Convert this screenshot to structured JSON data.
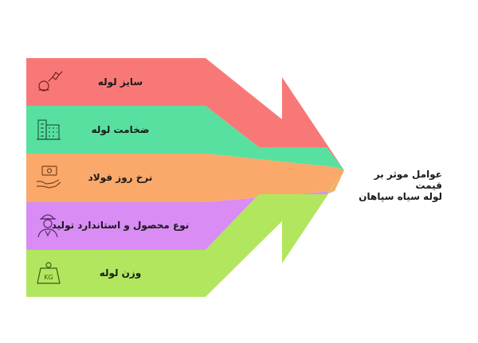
{
  "summary": {
    "line1": "عوامل موثر بر قیمت",
    "line2": "لوله سیاه سپاهان"
  },
  "segments": [
    {
      "label": "سایز لوله",
      "icon": "cable-icon",
      "color": "#f87878"
    },
    {
      "label": "ضخامت لوله",
      "icon": "building-icon",
      "color": "#58e0a0"
    },
    {
      "label": "نرخ روز فولاد",
      "icon": "money-hand-icon",
      "color": "#fba86b"
    },
    {
      "label": "نوع محصول و استاندارد تولید",
      "icon": "worker-icon",
      "color": "#d98cf4"
    },
    {
      "label": "وزن لوله",
      "icon": "weight-kg-icon",
      "color": "#b2e65e"
    }
  ],
  "icons": {
    "weight_text": "KG"
  }
}
